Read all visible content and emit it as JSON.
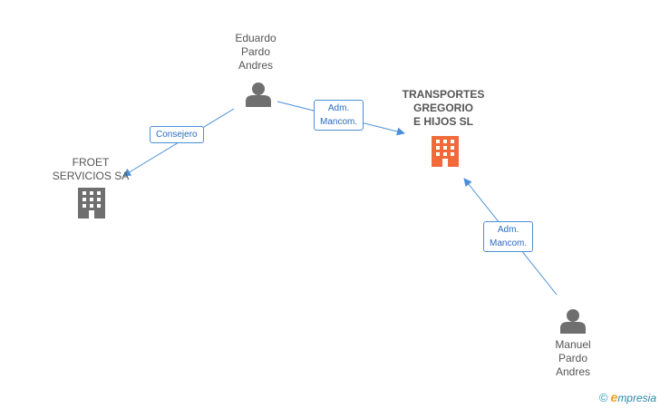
{
  "colors": {
    "edge": "#4a8fd8",
    "person": "#6f6f6f",
    "company": "#6f6f6f",
    "company_main": "#f26a3a"
  },
  "nodes": {
    "eduardo": {
      "lines": [
        "Eduardo",
        "Pardo",
        "Andres"
      ],
      "icon": "person-icon"
    },
    "manuel": {
      "lines": [
        "Manuel",
        "Pardo",
        "Andres"
      ],
      "icon": "person-icon"
    },
    "froet": {
      "lines": [
        "FROET",
        "SERVICIOS SA"
      ],
      "icon": "building-icon"
    },
    "transportes": {
      "lines": [
        "TRANSPORTES",
        "GREGORIO",
        "E HIJOS SL"
      ],
      "icon": "building-icon"
    }
  },
  "edges": {
    "consejero": {
      "lines": [
        "Consejero"
      ]
    },
    "adm_top": {
      "lines": [
        "Adm.",
        "Mancom."
      ]
    },
    "adm_right": {
      "lines": [
        "Adm.",
        "Mancom."
      ]
    }
  },
  "footer": {
    "copyright": "©",
    "brand_initial": "e",
    "brand_rest": "mpresia"
  }
}
